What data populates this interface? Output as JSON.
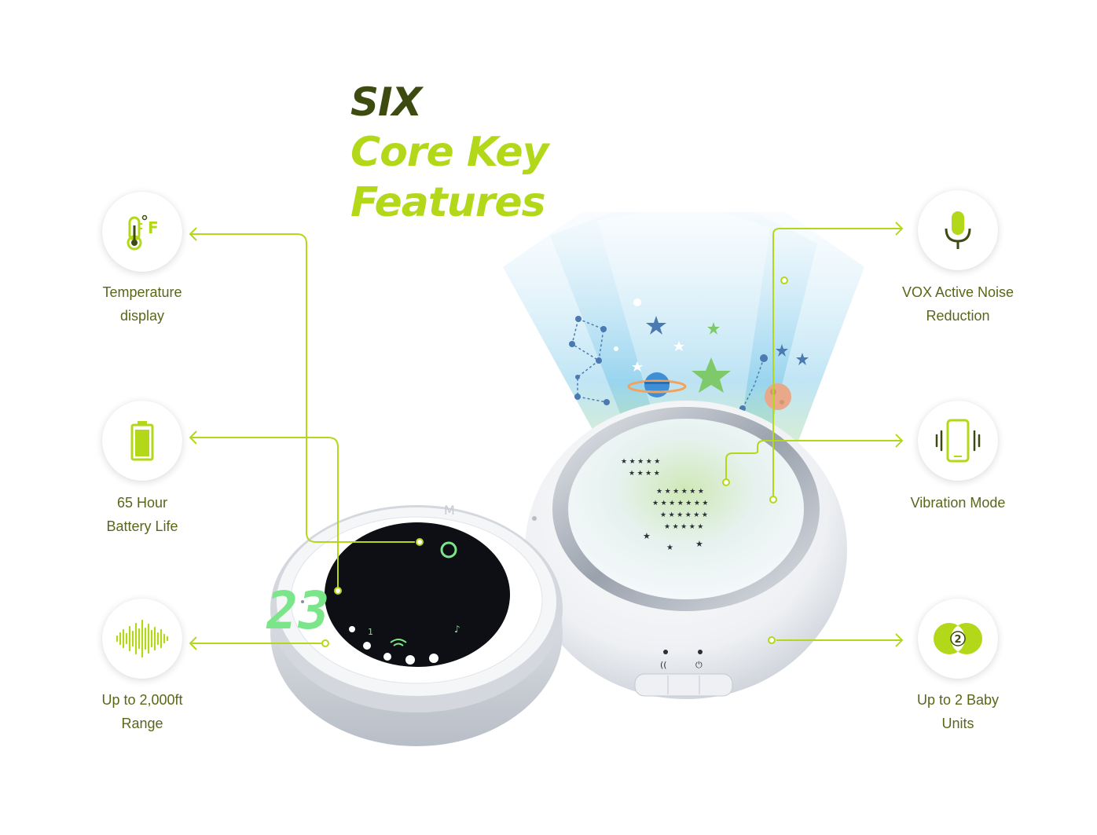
{
  "title": {
    "line1": "SIX",
    "line2": "Core Key",
    "line3": "Features"
  },
  "features": [
    {
      "id": "temperature",
      "line1": "Temperature",
      "line2": "display",
      "icon": "thermometer-fahrenheit-icon"
    },
    {
      "id": "battery",
      "line1": "65 Hour",
      "line2": "Battery Life",
      "icon": "battery-icon"
    },
    {
      "id": "range",
      "line1": "Up to 2,000ft",
      "line2": "Range",
      "icon": "sound-wave-icon"
    },
    {
      "id": "vox",
      "line1": "VOX Active Noise",
      "line2": "Reduction",
      "icon": "microphone-icon"
    },
    {
      "id": "vibration",
      "line1": "Vibration Mode",
      "line2": "",
      "icon": "vibrating-phone-icon"
    },
    {
      "id": "units",
      "line1": "Up to 2 Baby",
      "line2": "Units",
      "icon": "two-units-icon"
    }
  ],
  "device": {
    "display_reading": "23",
    "parent_signal_level": "1",
    "two_badge": "2"
  },
  "colors": {
    "accent": "#b3d81a",
    "dark": "#3d4a10",
    "label": "#5a6618"
  }
}
